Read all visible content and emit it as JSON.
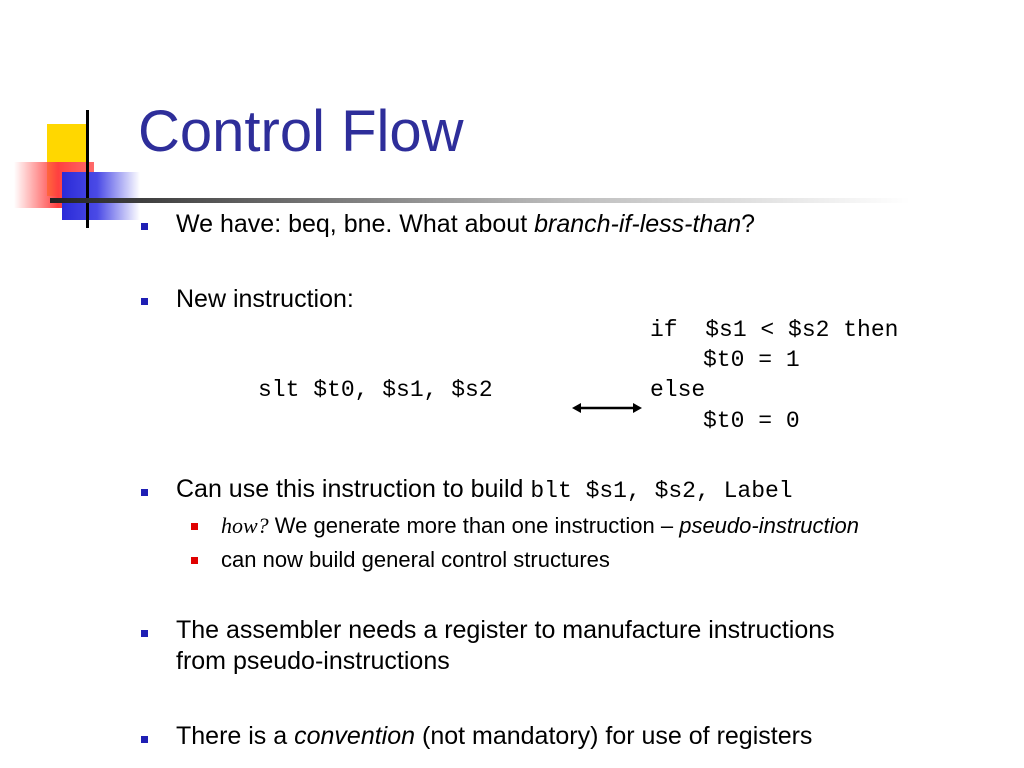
{
  "slide": {
    "title": "Control Flow",
    "bullets": {
      "b1": {
        "prefix": "We have:  beq, bne. What about ",
        "italic": "branch-if-less-than",
        "suffix": "?"
      },
      "b2": {
        "text": "New instruction:"
      },
      "code": {
        "slt": "slt $t0, $s1, $s2",
        "if_line": "if  $s1 < $s2 then",
        "then_line": "$t0 = 1",
        "else_line": "else",
        "else_assign": "$t0 = 0"
      },
      "b3": {
        "text": "Can use this instruction to build ",
        "code": "blt $s1, $s2, Label"
      },
      "sub1": {
        "how": "how?",
        "text": " We generate more than one instruction – ",
        "italic": "pseudo-instruction"
      },
      "sub2": {
        "text": "can now build general control structures"
      },
      "b4": {
        "line1": "The assembler needs a register to manufacture instructions",
        "line2": "from pseudo-instructions"
      },
      "b5": {
        "prefix": "There is a ",
        "italic": "convention",
        "suffix": " (not mandatory) for use of registers"
      }
    }
  },
  "colors": {
    "title": "#2e2e9a",
    "bullet_marker": "#1f1fb4",
    "sub_marker": "#e00000"
  },
  "icons": [
    "logo-block-decoration",
    "double-arrow-icon"
  ]
}
